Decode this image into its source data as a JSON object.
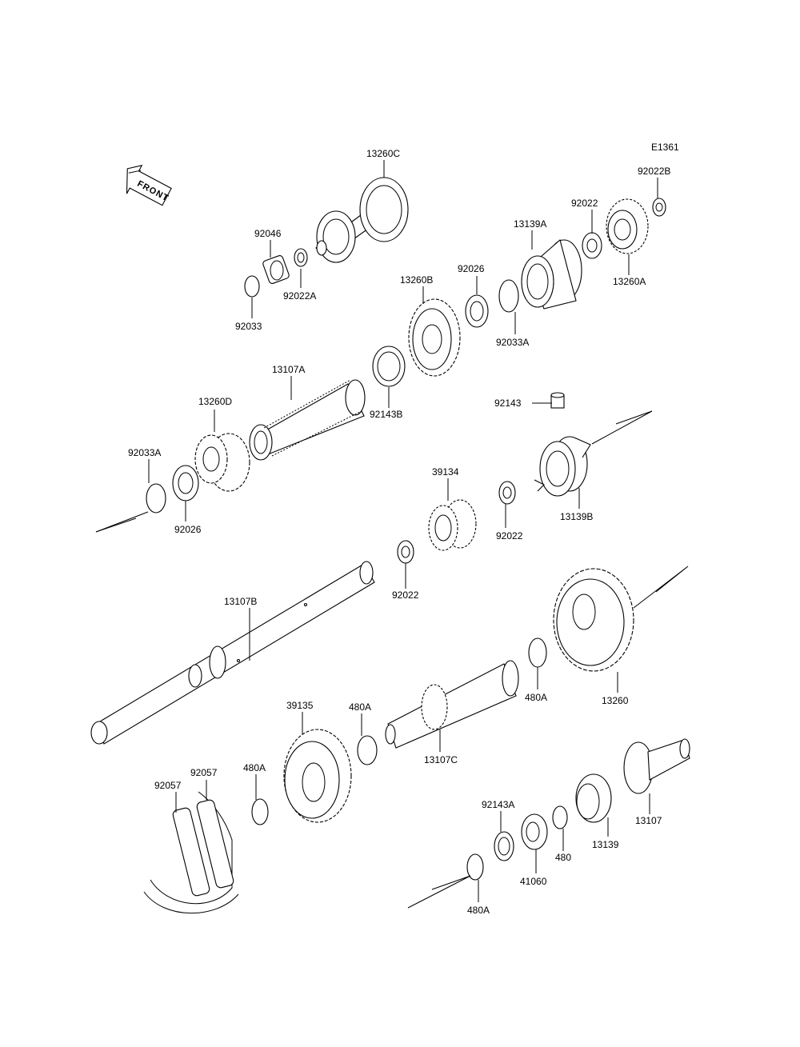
{
  "diagram": {
    "code": "E1361",
    "front_label": "FRONT",
    "part_labels": [
      "13260C",
      "92046",
      "92022A",
      "92033",
      "13139A",
      "92022",
      "92022B",
      "13260A",
      "13260B",
      "92026",
      "92033A",
      "13107A",
      "13260D",
      "92143B",
      "92143",
      "92033A",
      "92026",
      "39134",
      "13139B",
      "92022",
      "92022",
      "13107B",
      "480A",
      "13260",
      "39135",
      "480A",
      "13107C",
      "92057",
      "92057",
      "480A",
      "92143A",
      "480",
      "13139",
      "13107",
      "41060",
      "480A"
    ]
  }
}
